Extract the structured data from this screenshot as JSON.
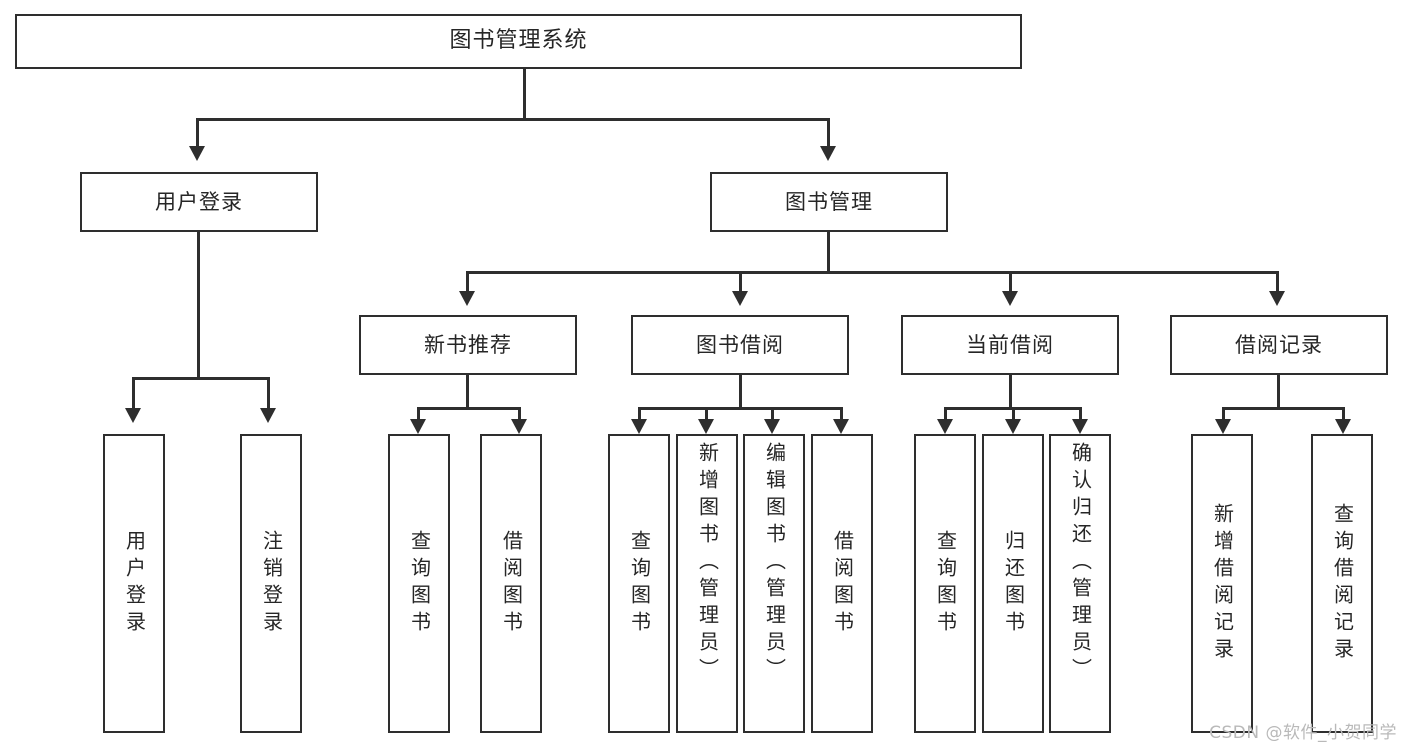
{
  "diagram": {
    "title": "图书管理系统",
    "type": "tree-hierarchy",
    "root": {
      "label": "图书管理系统"
    },
    "level2": [
      {
        "label": "用户登录"
      },
      {
        "label": "图书管理"
      }
    ],
    "level3": [
      {
        "label": "新书推荐"
      },
      {
        "label": "图书借阅"
      },
      {
        "label": "当前借阅"
      },
      {
        "label": "借阅记录"
      }
    ],
    "leaves": {
      "user_login": [
        {
          "label": "用户登录"
        },
        {
          "label": "注销登录"
        }
      ],
      "new_book_recommend": [
        {
          "label": "查询图书"
        },
        {
          "label": "借阅图书"
        }
      ],
      "book_borrow": [
        {
          "label": "查询图书"
        },
        {
          "label": "新增图书（管理员）"
        },
        {
          "label": "编辑图书（管理员）"
        },
        {
          "label": "借阅图书"
        }
      ],
      "current_borrow": [
        {
          "label": "查询图书"
        },
        {
          "label": "归还图书"
        },
        {
          "label": "确认归还（管理员）"
        }
      ],
      "borrow_record": [
        {
          "label": "新增借阅记录"
        },
        {
          "label": "查询借阅记录"
        }
      ]
    }
  },
  "watermark": {
    "text": "CSDN @软件_小贺同学"
  },
  "colors": {
    "stroke": "#2e2e2e",
    "text": "#262626",
    "background": "#ffffff",
    "watermark": "#b9b9b9"
  }
}
